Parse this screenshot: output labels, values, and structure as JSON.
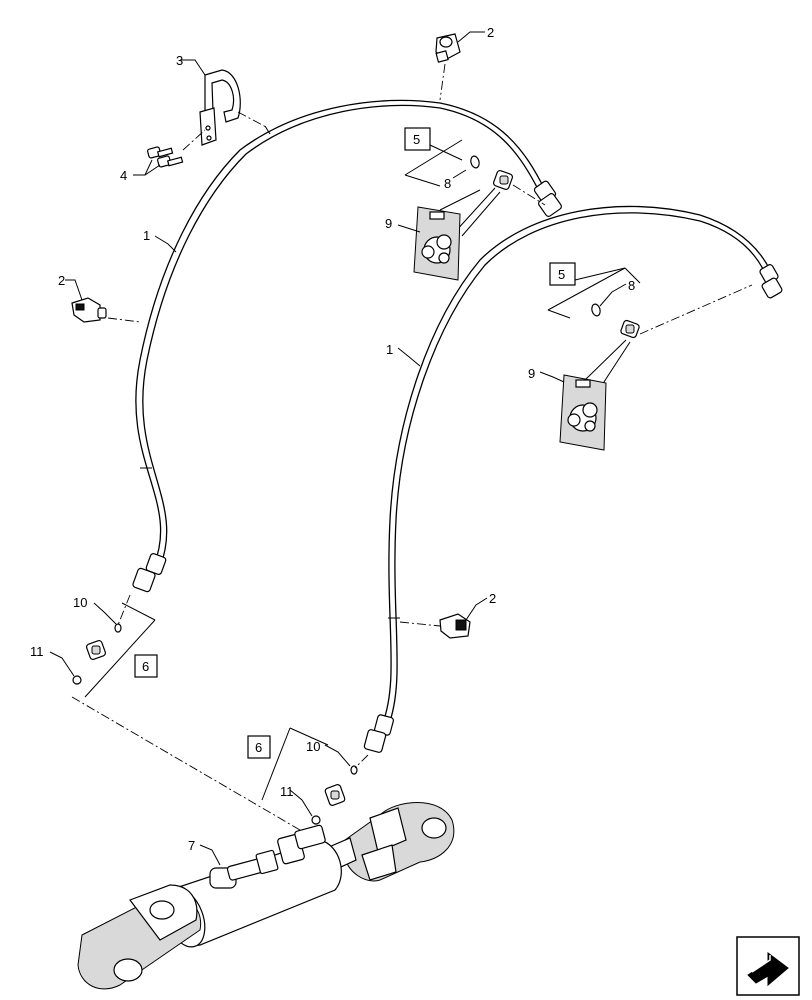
{
  "callouts": {
    "c1a": "1",
    "c1b": "1",
    "c2a": "2",
    "c2b": "2",
    "c2c": "2",
    "c3": "3",
    "c4": "4",
    "c5a": "5",
    "c5b": "5",
    "c6a": "6",
    "c6b": "6",
    "c7": "7",
    "c8a": "8",
    "c8b": "8",
    "c9a": "9",
    "c9b": "9",
    "c10a": "10",
    "c10b": "10",
    "c11a": "11",
    "c11b": "11"
  },
  "navigation": {
    "next_icon": "arrow-next-icon"
  },
  "colors": {
    "line": "#000000",
    "shade": "#d9d9d9"
  }
}
